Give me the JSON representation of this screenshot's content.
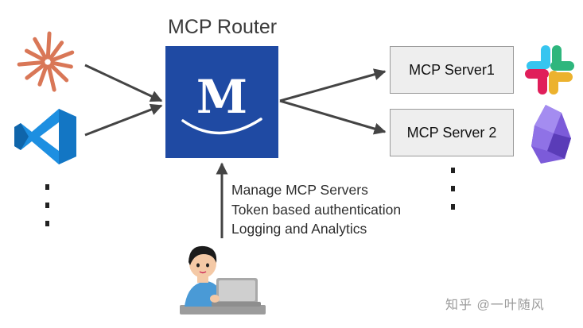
{
  "router": {
    "title": "MCP Router",
    "logo_letter": "M",
    "color": "#1f4aa3"
  },
  "servers": [
    {
      "label": "MCP Server1",
      "icon": "slack-icon"
    },
    {
      "label": "MCP Server 2",
      "icon": "obsidian-icon"
    }
  ],
  "features": [
    "Manage MCP Servers",
    "Token based authentication",
    "Logging and Analytics"
  ],
  "clients": [
    {
      "icon": "claude-icon",
      "color": "#d97757"
    },
    {
      "icon": "vscode-icon",
      "color": "#1a8ad8"
    }
  ],
  "user": {
    "icon": "user-with-laptop-icon"
  },
  "watermark": "知乎 @一叶随风"
}
